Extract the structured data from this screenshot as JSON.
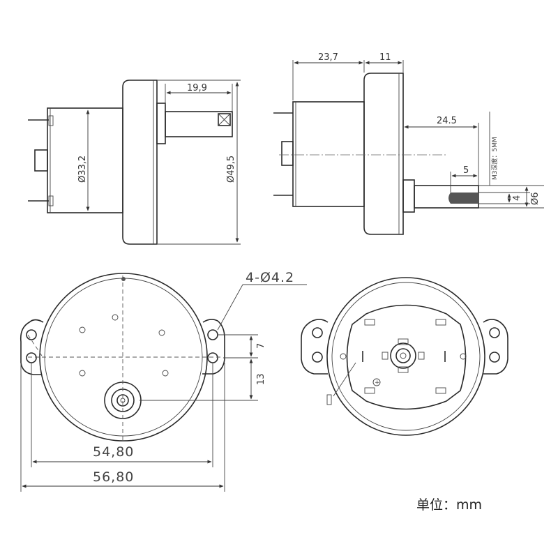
{
  "dimensions": {
    "shaft_length": "19,9",
    "motor_diameter": "Ø33,2",
    "housing_diameter": "Ø49,5",
    "body_length": "23,7",
    "gearbox_width": "11",
    "shaft_extension": "24.5",
    "flat_length": "5",
    "flat_height": "4",
    "shaft_diameter": "Ø6",
    "screw_note": "M3深度：5MM",
    "mount_holes": "4-Ø4.2",
    "hole_offset_small": "7",
    "hole_offset_large": "13",
    "inner_width": "54,80",
    "outer_width": "56,80"
  },
  "unit_label": "单位：mm",
  "colors": {
    "line": "#2a2a2a",
    "text": "#333333"
  }
}
